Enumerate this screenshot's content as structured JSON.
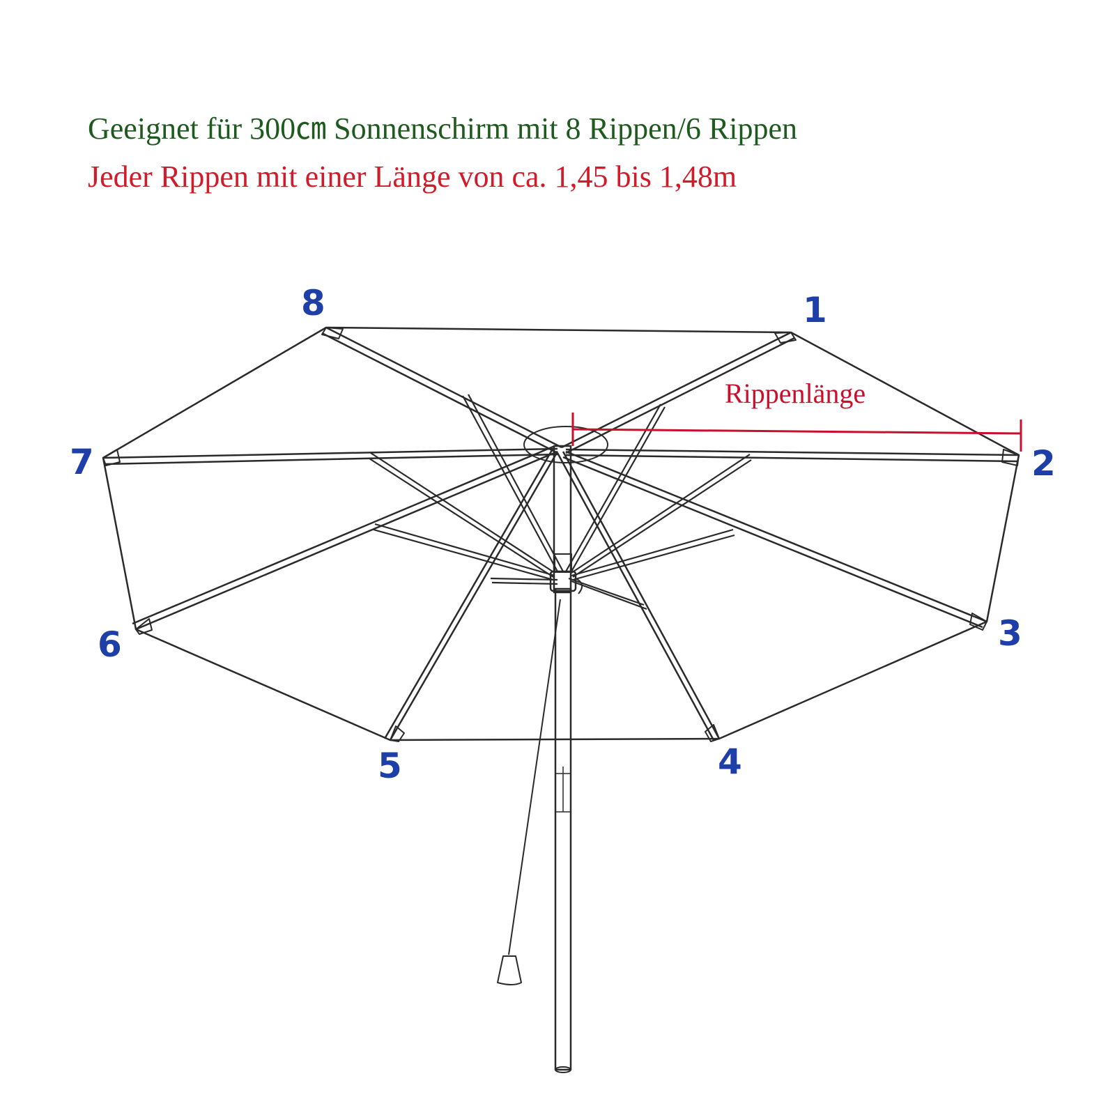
{
  "header": {
    "line1": "Geeignet für 300㎝ Sonnenschirm mit 8 Rippen/6 Rippen",
    "line2": "Jeder Rippen mit einer Länge von ca. 1,45 bis 1,48m"
  },
  "diagram": {
    "rib_length_label": "Rippenlänge",
    "rib_numbers": [
      "1",
      "2",
      "3",
      "4",
      "5",
      "6",
      "7",
      "8"
    ]
  },
  "colors": {
    "line1_text": "#1e5a1e",
    "line2_text": "#d01b2a",
    "rib_numbers": "#1f3fa8",
    "measure_line": "#c8102e",
    "drawing_stroke": "#2a2a2a"
  }
}
